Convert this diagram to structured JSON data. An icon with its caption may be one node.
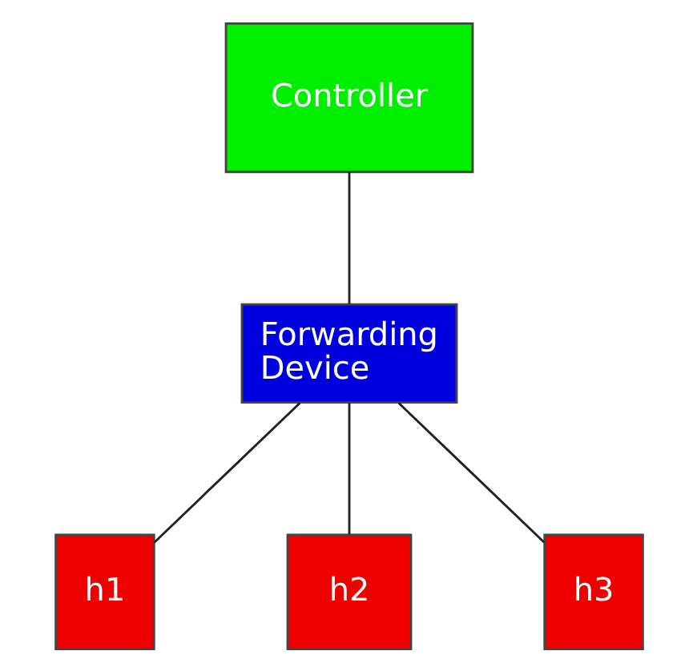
{
  "diagram": {
    "nodes": [
      {
        "text": [
          "Controller"
        ]
      },
      {
        "text": [
          "Forwarding Device"
        ]
      },
      {
        "text": [
          "h1"
        ]
      },
      {
        "text": [
          "h2"
        ]
      },
      {
        "text": [
          "h3"
        ]
      }
    ],
    "edges": [
      {
        "from": 0,
        "to": 1,
        "arrow": "none"
      },
      {
        "from": 1,
        "to": 2,
        "arrow": "none"
      },
      {
        "from": 1,
        "to": 3,
        "arrow": "none"
      },
      {
        "from": 1,
        "to": 4,
        "arrow": "none"
      }
    ]
  }
}
